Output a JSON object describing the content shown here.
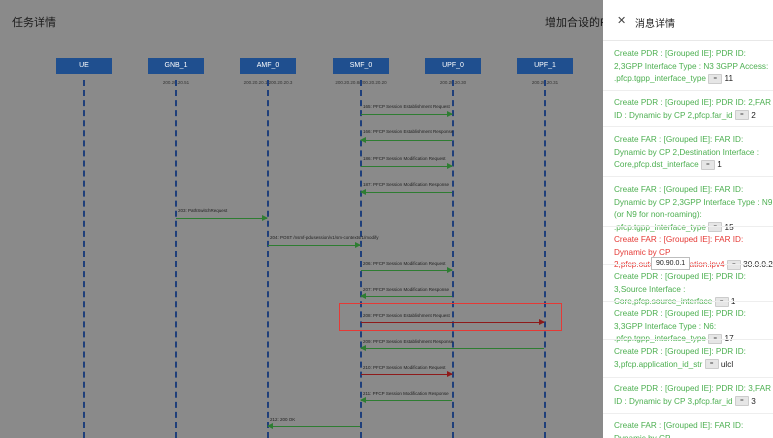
{
  "page": {
    "title": "任务详情",
    "header_link": "增加合设的PDU会话"
  },
  "sequence": {
    "nodes": [
      {
        "label": "UE",
        "ip": ""
      },
      {
        "label": "GNB_1",
        "ip": "200.20.20.51"
      },
      {
        "label": "AMF_0",
        "ip": "200.20.20.1/200.20.20.3"
      },
      {
        "label": "SMF_0",
        "ip": "200.20.20.8/200.20.20.20"
      },
      {
        "label": "UPF_0",
        "ip": "200.20.20.30"
      },
      {
        "label": "UPF_1",
        "ip": "200.20.20.31"
      }
    ],
    "messages": [
      {
        "label": "165: PFCP Session Establishment Request"
      },
      {
        "label": "166: PFCP Session Establishment Response"
      },
      {
        "label": "186: PFCP Session Modification Request"
      },
      {
        "label": "187: PFCP Session Modification Response"
      },
      {
        "label": "203: PathSwitchRequest"
      },
      {
        "label": "204: POST /nsmf-pdusession/v1/sm-contexts/1/modify"
      },
      {
        "label": "206: PFCP Session Modification Request"
      },
      {
        "label": "207: PFCP Session Modification Response"
      },
      {
        "label": "208: PFCP Session Establishment Request"
      },
      {
        "label": "209: PFCP Session Establishment Response"
      },
      {
        "label": "210: PFCP Session Modification Request"
      },
      {
        "label": "211: PFCP Session Modification Response"
      },
      {
        "label": "212: 200 OK"
      }
    ]
  },
  "panel": {
    "title": "消息详情",
    "close_icon": "close-icon",
    "tooltip": "90.90.0.1",
    "items": [
      {
        "text": "Create PDR : [Grouped IE]: PDR ID: 2,3GPP Interface Type : N3 3GPP Access: .pfcp.tgpp_interface_type",
        "value": "11",
        "color": "#4caf50"
      },
      {
        "text": "Create PDR : [Grouped IE]: PDR ID: 2,FAR ID : Dynamic by CP 2,pfcp.far_id",
        "value": "2",
        "color": "#4caf50"
      },
      {
        "text": "Create FAR : [Grouped IE]: FAR ID: Dynamic by CP 2,Destination Interface : Core,pfcp.dst_interface",
        "value": "1",
        "color": "#4caf50"
      },
      {
        "text": "Create FAR : [Grouped IE]: FAR ID: Dynamic by CP 2,3GPP Interface Type : N9 (or N9 for non-roaming): .pfcp.tgpp_interface_type",
        "value": "15",
        "color": "#4caf50"
      },
      {
        "text": "Create FAR : [Grouped IE]: FAR ID: Dynamic by CP 2,pfcp.outer_hdr_creation.ipv4",
        "value": "30.0.0.2",
        "color": "#e53935"
      },
      {
        "text": "Create PDR : [Grouped IE]: PDR ID: 3,Source Interface : Core,pfcp.source_interface",
        "value": "1",
        "color": "#4caf50"
      },
      {
        "text": "Create PDR : [Grouped IE]: PDR ID: 3,3GPP Interface Type : N6: .pfcp.tgpp_interface_type",
        "value": "17",
        "color": "#4caf50"
      },
      {
        "text": "Create PDR : [Grouped IE]: PDR ID: 3,pfcp.application_id_str",
        "value": "ulcl",
        "color": "#4caf50"
      },
      {
        "text": "Create PDR : [Grouped IE]: PDR ID: 3,FAR ID : Dynamic by CP 3,pfcp.far_id",
        "value": "3",
        "color": "#4caf50"
      },
      {
        "text": "Create FAR : [Grouped IE]: FAR ID: Dynamic by CP",
        "value": "",
        "color": "#4caf50"
      }
    ]
  }
}
